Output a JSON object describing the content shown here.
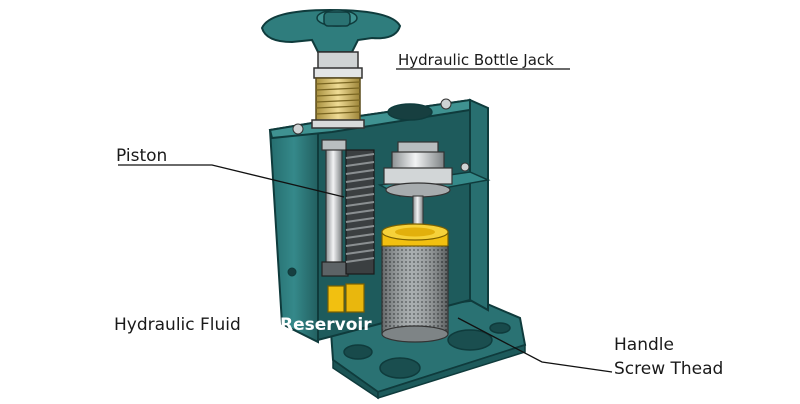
{
  "labels": {
    "title": "Hydraulic  Bottle  Jack",
    "piston": "Piston",
    "fluid_prefix": "Hydraulic Fluid",
    "fluid_suffix": "Reservoir",
    "handle": "Handle",
    "screw": "Screw Thead"
  },
  "colors": {
    "body": "#2e7d7d",
    "body_dark": "#1f5f60",
    "body_light": "#4a9a98",
    "steel": "#c9ccce",
    "brass": "#d9c271",
    "yellow": "#f2c010",
    "mesh": "#8f9699",
    "line": "#111111"
  }
}
